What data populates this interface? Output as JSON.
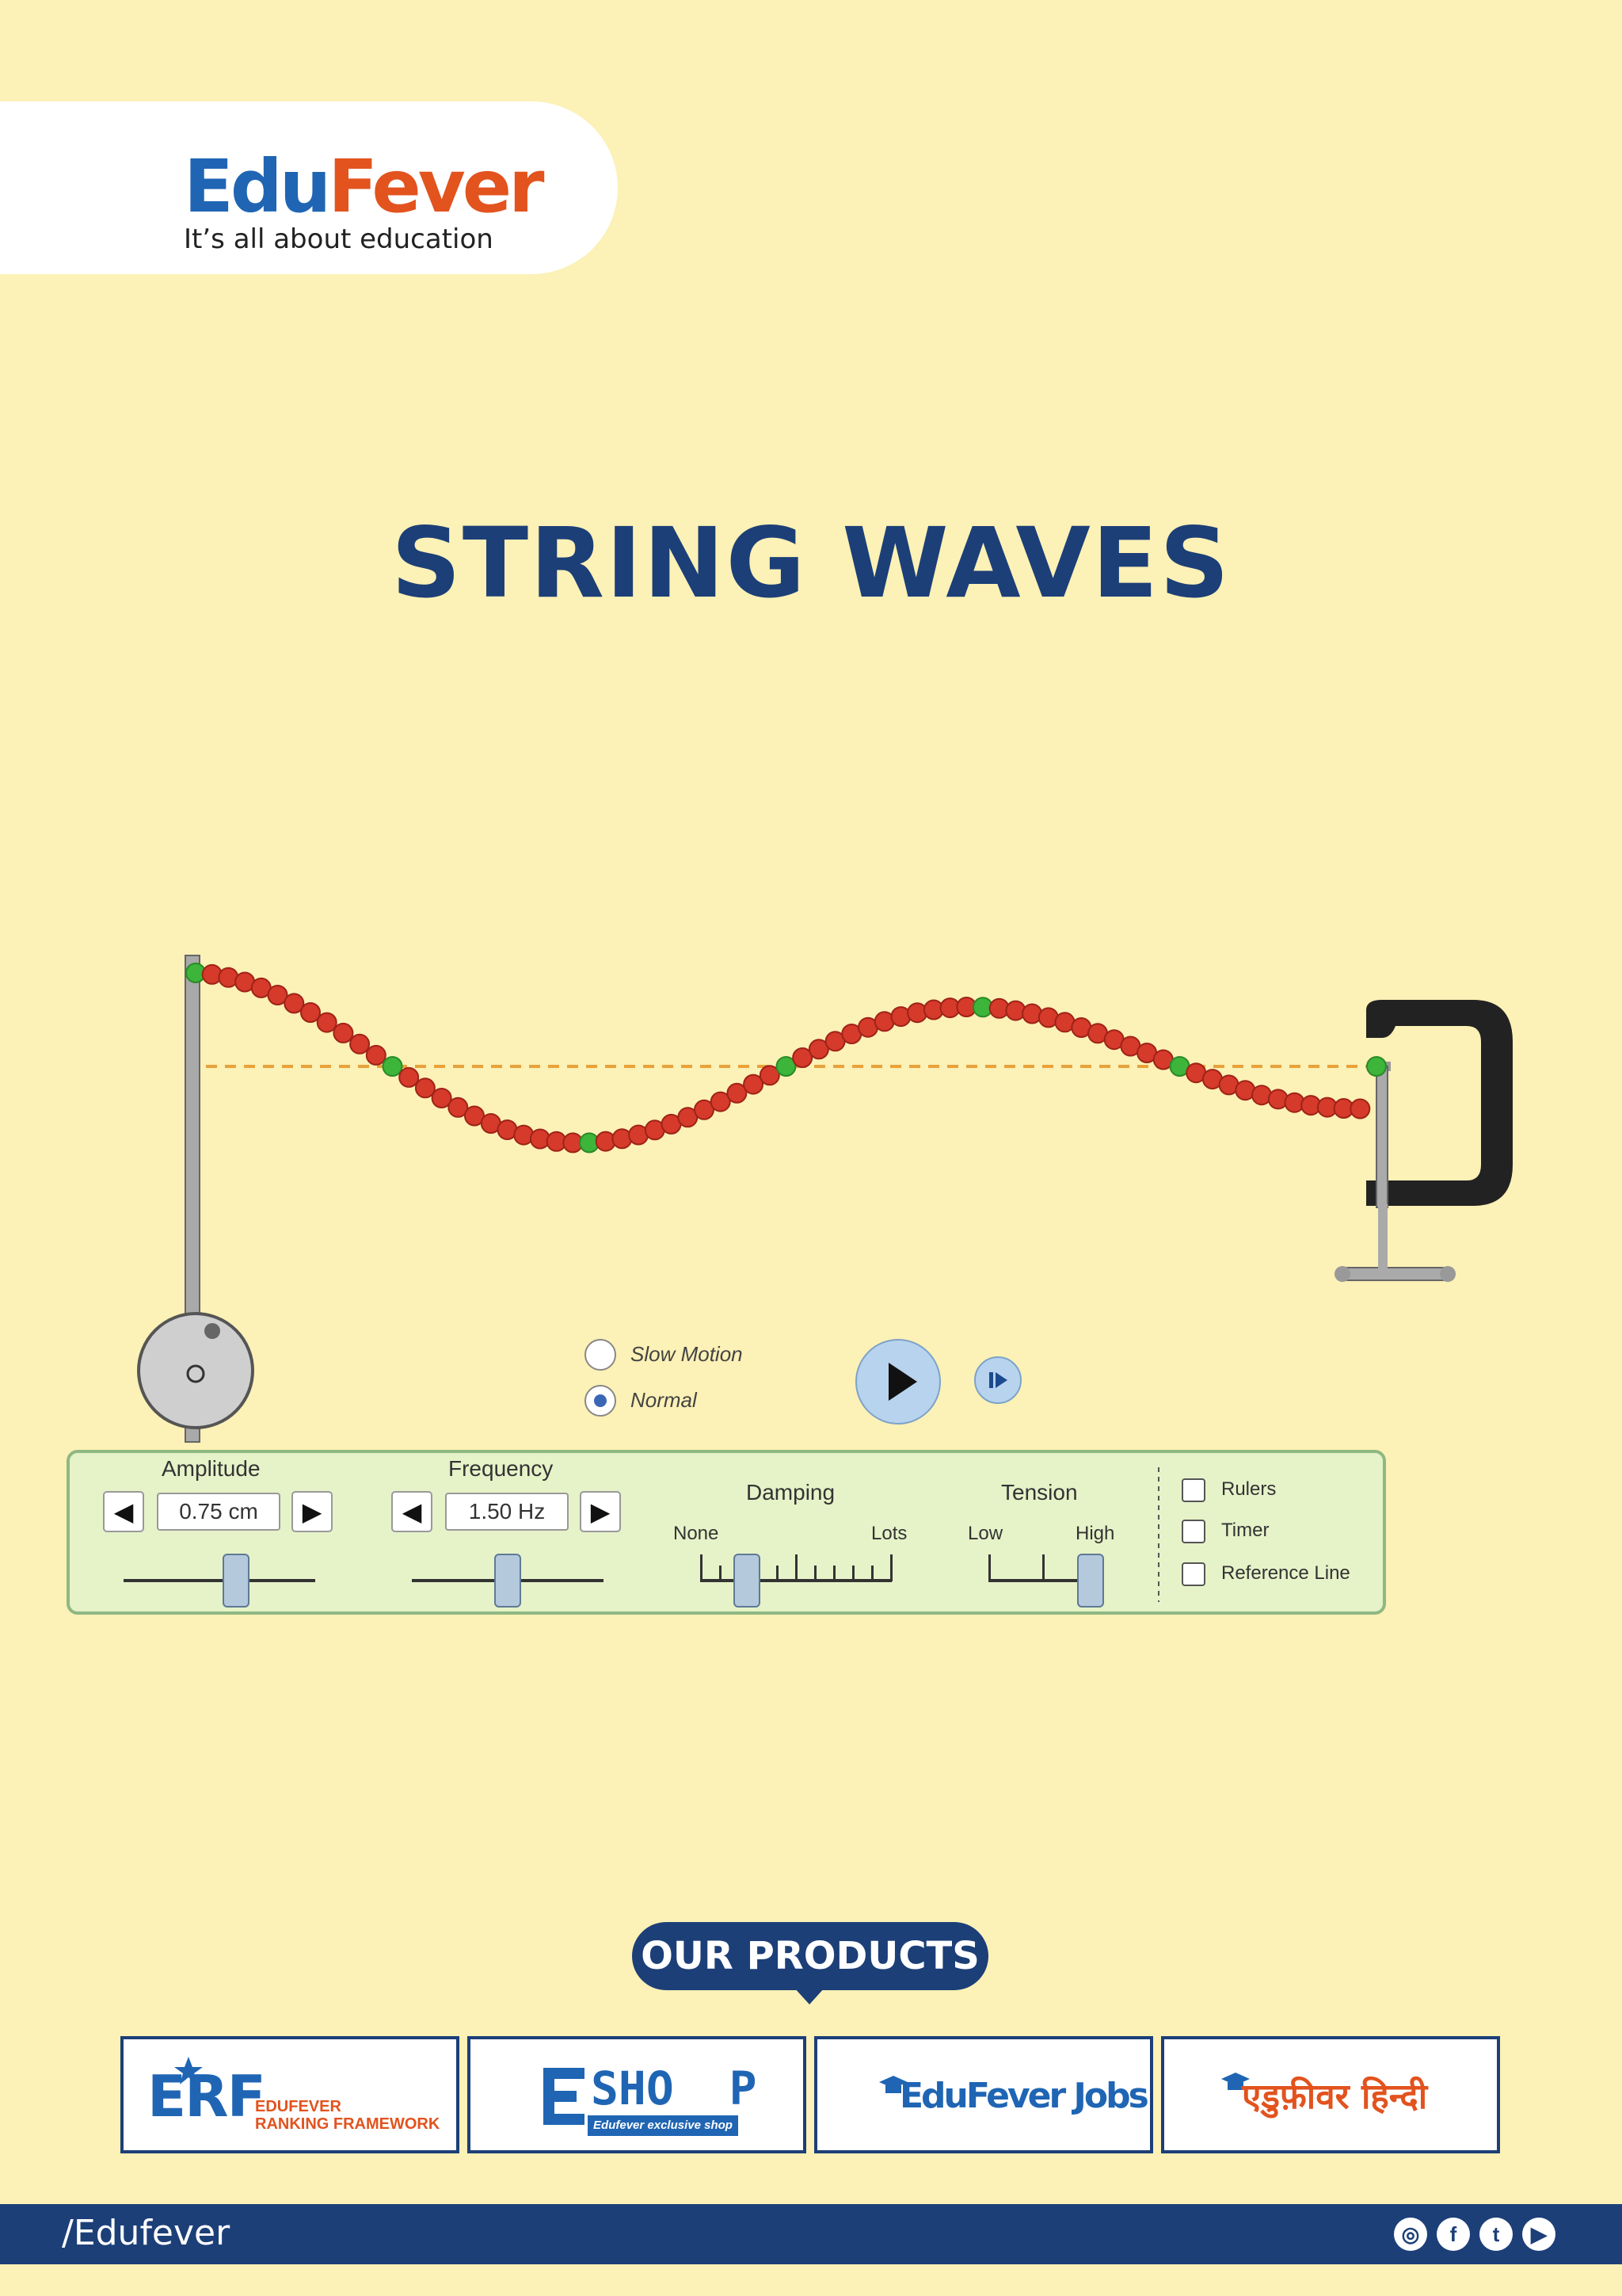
{
  "logo": {
    "part1": "Edu",
    "part2": "Fever",
    "tagline": "It’s all about education"
  },
  "title": "STRING WAVES",
  "simulation": {
    "radio": {
      "slow": "Slow Motion",
      "normal": "Normal",
      "selected": "Normal"
    },
    "amplitude": {
      "label": "Amplitude",
      "value": "0.75 cm",
      "level": 0.6
    },
    "frequency": {
      "label": "Frequency",
      "value": "1.50 Hz",
      "level": 0.5
    },
    "damping": {
      "label": "Damping",
      "min": "None",
      "max": "Lots",
      "level": 0.2
    },
    "tension": {
      "label": "Tension",
      "min": "Low",
      "max": "High",
      "level": 1.0
    },
    "checkboxes": [
      "Rulers",
      "Timer",
      "Reference Line"
    ],
    "colors": {
      "bead": "#d63a2a",
      "bead_marker": "#3db43a",
      "reference_line": "#e8a23a"
    }
  },
  "products": {
    "heading": "OUR PRODUCTS",
    "erf": {
      "mark": "ERF",
      "line1": "EDUFEVER",
      "line2": "RANKING FRAMEWORK"
    },
    "shop": {
      "word": "SHO  P",
      "sub": "Edufever exclusive shop"
    },
    "jobs": {
      "text": "EduFever Jobs"
    },
    "hindi": {
      "text": "एडुफ़ीवर हिन्दी"
    }
  },
  "footer": {
    "handle": "/Edufever",
    "icons": [
      "instagram-icon",
      "facebook-icon",
      "twitter-icon",
      "youtube-icon"
    ]
  }
}
